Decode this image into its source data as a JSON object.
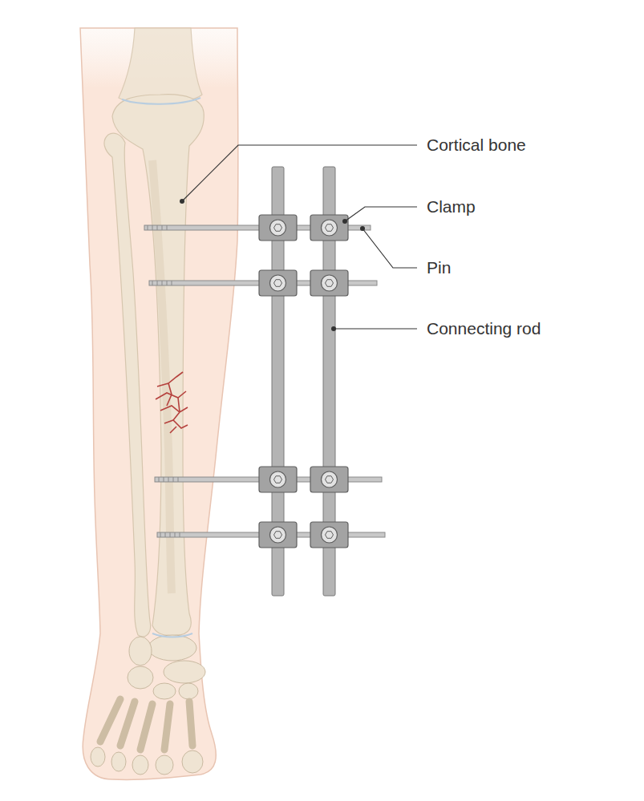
{
  "diagram": {
    "labels": [
      "Cortical bone",
      "Clamp",
      "Pin",
      "Connecting rod"
    ]
  }
}
